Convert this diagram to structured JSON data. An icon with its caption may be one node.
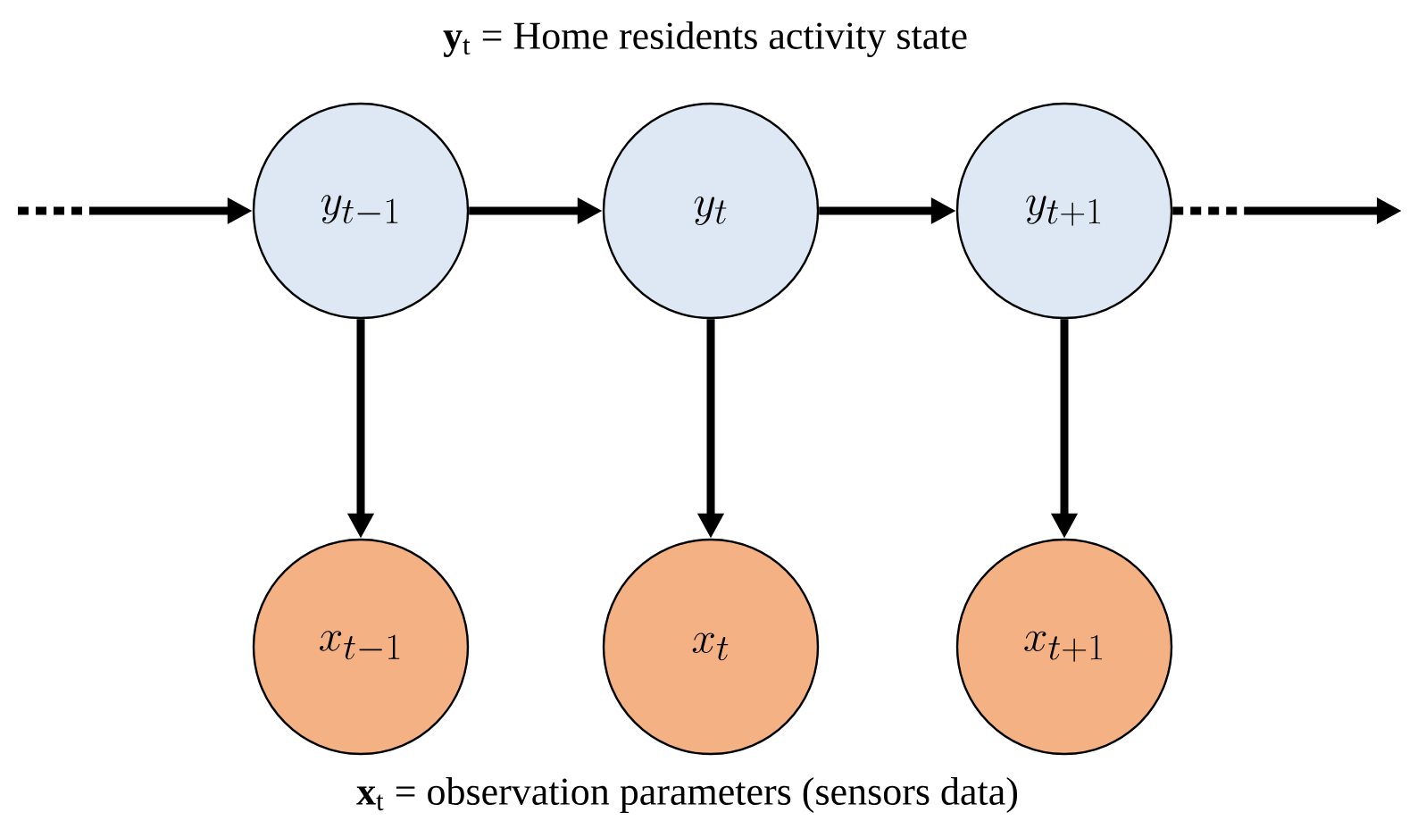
{
  "diagram": {
    "nodes": [
      {
        "text": [
          "y_{t-1}"
        ]
      },
      {
        "text": [
          "y_{t}"
        ]
      },
      {
        "text": [
          "y_{t+1}"
        ]
      },
      {
        "text": [
          "x_{t-1}"
        ]
      },
      {
        "text": [
          "x_{t}"
        ]
      },
      {
        "text": [
          "x_{t+1}"
        ]
      }
    ],
    "edges": [
      {
        "from": null,
        "to": 0,
        "arrow": "to",
        "style": "dashed"
      },
      {
        "from": 0,
        "to": 1,
        "arrow": "to"
      },
      {
        "from": 1,
        "to": 2,
        "arrow": "to"
      },
      {
        "from": 2,
        "to": null,
        "arrow": "to",
        "style": "dashed"
      },
      {
        "from": 0,
        "to": 3,
        "arrow": "to"
      },
      {
        "from": 1,
        "to": 4,
        "arrow": "to"
      },
      {
        "from": 2,
        "to": 5,
        "arrow": "to"
      }
    ],
    "labels": [
      "**y**$_{t}$ =  Home residents activity state",
      "**x**$_{t}$ = observation parameters (sensors data)"
    ]
  }
}
